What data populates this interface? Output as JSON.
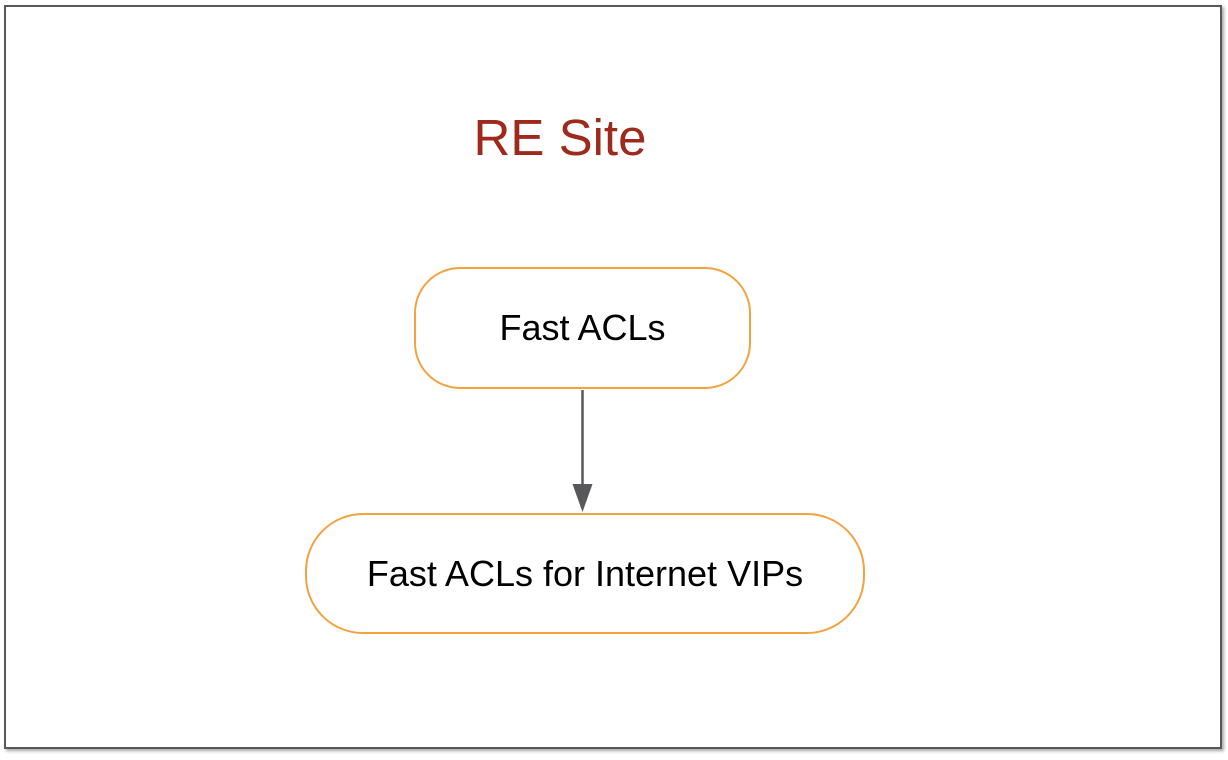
{
  "diagram": {
    "title": "RE Site",
    "nodes": [
      {
        "id": "fast-acls",
        "label": "Fast ACLs"
      },
      {
        "id": "fast-acls-for-internet-vips",
        "label": "Fast ACLs for Internet VIPs"
      }
    ],
    "edges": [
      {
        "from": "fast-acls",
        "to": "fast-acls-for-internet-vips",
        "direction": "down",
        "style": "arrow"
      }
    ],
    "colors": {
      "title_text": "#9e2a1b",
      "node_border": "#f2a340",
      "node_fill": "#ffffff",
      "node_text": "#000000",
      "arrow": "#58585a",
      "frame_border": "#58585a"
    }
  }
}
